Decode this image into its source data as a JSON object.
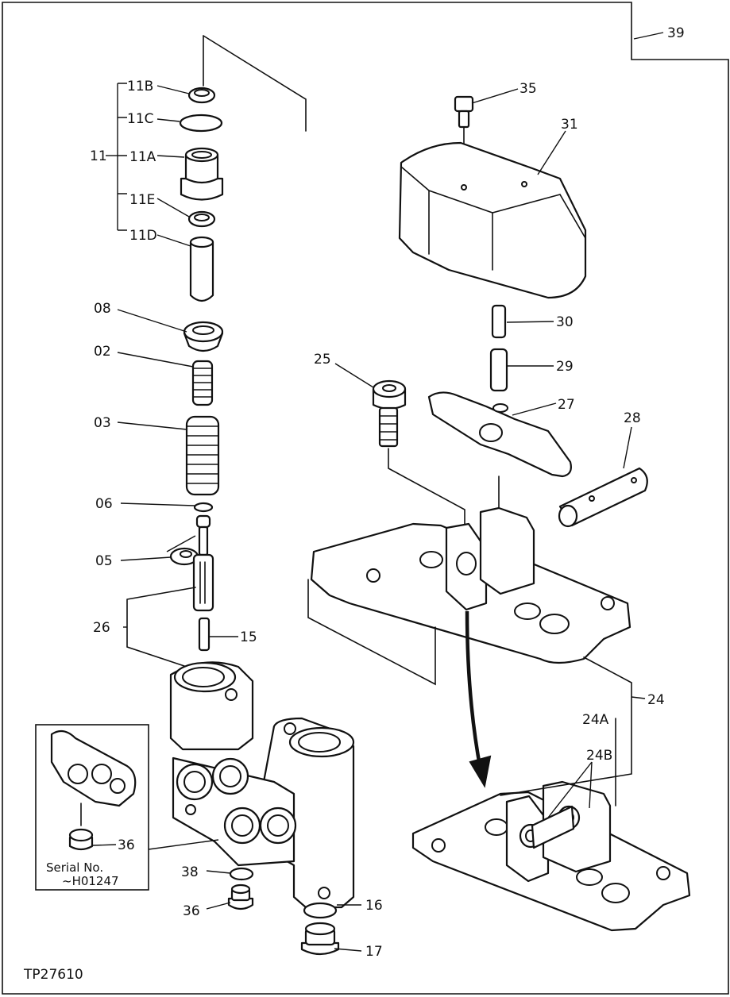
{
  "figure_id": "TP27610",
  "callouts": {
    "p11": "11",
    "p11A": "11A",
    "p11B": "11B",
    "p11C": "11C",
    "p11D": "11D",
    "p11E": "11E",
    "p08": "08",
    "p02": "02",
    "p03": "03",
    "p06": "06",
    "p05": "05",
    "p26": "26",
    "p15": "15",
    "p16": "16",
    "p17": "17",
    "p36a": "36",
    "p36b": "36",
    "p38": "38",
    "p25": "25",
    "p27": "27",
    "p28": "28",
    "p29": "29",
    "p30": "30",
    "p31": "31",
    "p35": "35",
    "p39": "39",
    "p24": "24",
    "p24A": "24A",
    "p24B": "24B"
  },
  "inset": {
    "serial_label": "Serial No.",
    "serial_value": "~H01247"
  }
}
